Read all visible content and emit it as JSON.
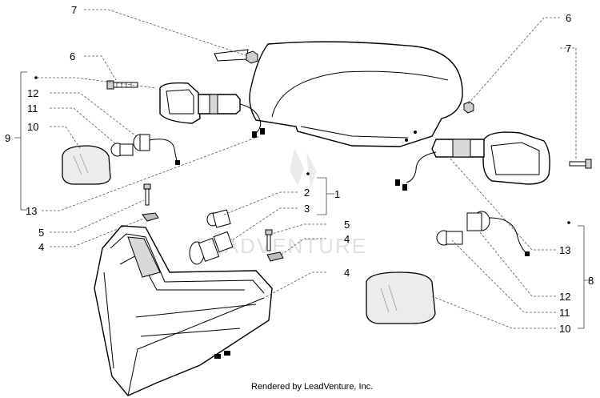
{
  "callouts": {
    "top_7": "7",
    "top_6_left": "6",
    "top_6_right": "6",
    "top_7_right": "7",
    "left_12": "12",
    "left_11": "11",
    "left_10": "10",
    "left_9": "9",
    "left_13": "13",
    "left_5": "5",
    "left_4": "4",
    "mid_2": "2",
    "mid_1": "1",
    "mid_3": "3",
    "mid_5": "5",
    "mid_4a": "4",
    "mid_4b": "4",
    "right_13": "13",
    "right_8": "8",
    "right_12": "12",
    "right_11": "11",
    "right_10": "10"
  },
  "watermark": "LEADVENTURE",
  "credit": "Rendered by LeadVenture, Inc."
}
